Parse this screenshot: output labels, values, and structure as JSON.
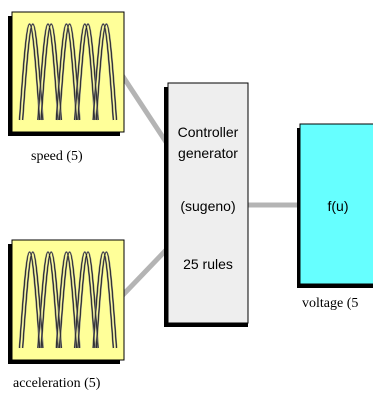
{
  "inputs": [
    {
      "label": "speed (5)"
    },
    {
      "label": "acceleration (5)"
    }
  ],
  "controller": {
    "line1": "Controller",
    "line2": "generator",
    "line3": "(sugeno)",
    "line4": "25 rules"
  },
  "output": {
    "function": "f(u)",
    "label": "voltage (5"
  },
  "colors": {
    "input_fill": "#ffff99",
    "controller_fill": "#eeeeee",
    "output_fill": "#66ffff",
    "connector": "#b4b4b4",
    "mf_curve": "#7f7f7f"
  }
}
